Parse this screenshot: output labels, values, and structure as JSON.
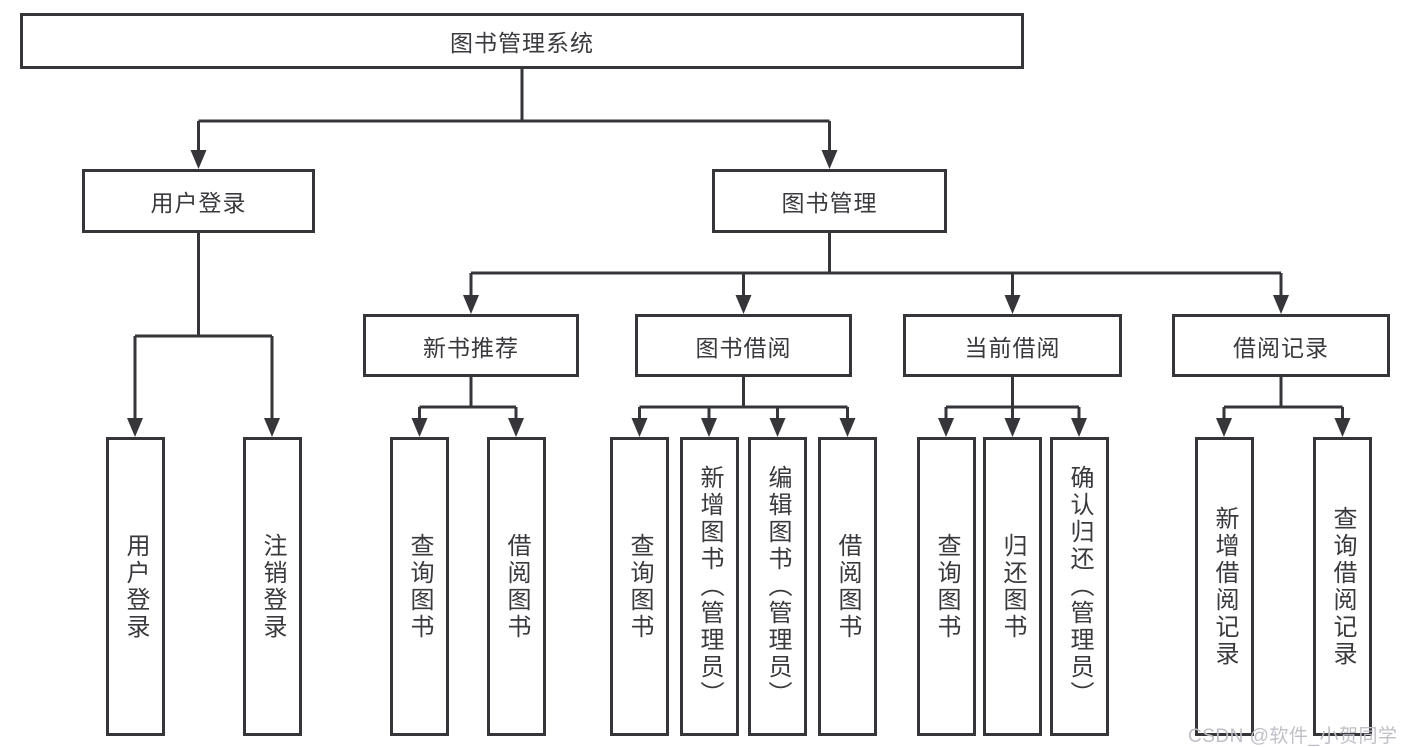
{
  "tree": {
    "root": {
      "label": "图书管理系统"
    },
    "branches": [
      {
        "label": "用户登录",
        "children": [
          {
            "label": "用户登录"
          },
          {
            "label": "注销登录"
          }
        ]
      },
      {
        "label": "图书管理",
        "children": [
          {
            "label": "新书推荐",
            "children": [
              {
                "label": "查询图书"
              },
              {
                "label": "借阅图书"
              }
            ]
          },
          {
            "label": "图书借阅",
            "children": [
              {
                "label": "查询图书"
              },
              {
                "label": "新增图书（管理员）"
              },
              {
                "label": "编辑图书（管理员）"
              },
              {
                "label": "借阅图书"
              }
            ]
          },
          {
            "label": "当前借阅",
            "children": [
              {
                "label": "查询图书"
              },
              {
                "label": "归还图书"
              },
              {
                "label": "确认归还（管理员）"
              }
            ]
          },
          {
            "label": "借阅记录",
            "children": [
              {
                "label": "新增借阅记录"
              },
              {
                "label": "查询借阅记录"
              }
            ]
          }
        ]
      }
    ]
  },
  "watermark": "CSDN @软件_小贺同学",
  "colors": {
    "line": "#35353a",
    "text": "#3a3a3e",
    "watermark": "#bfbfc7",
    "background": "#ffffff"
  }
}
